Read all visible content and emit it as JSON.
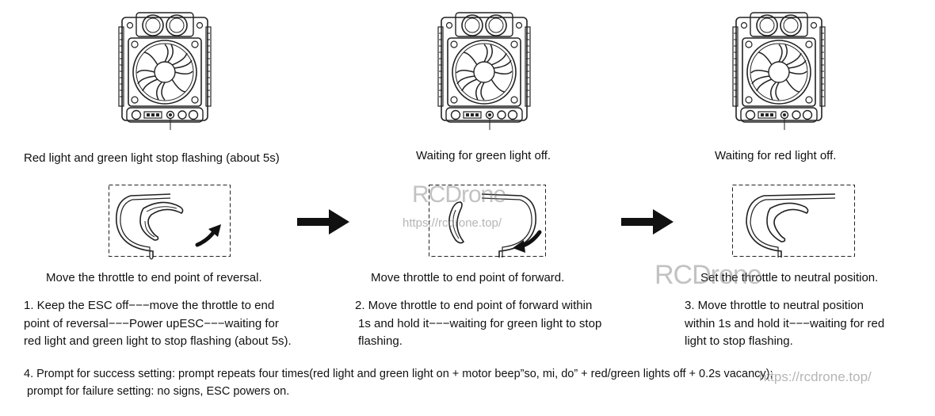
{
  "panels": [
    {
      "esc_caption": "Red light and green light stop flashing (about 5s)",
      "throttle_caption": "Move the throttle to end point of reversal.",
      "description": [
        "1. Keep the ESC off−−−move the throttle to end",
        "point of reversal−−−Power upESC−−−waiting for",
        "red light and green light to stop flashing (about 5s)."
      ]
    },
    {
      "esc_caption": "Waiting for green light off.",
      "throttle_caption": "Move throttle to end point of forward.",
      "description": [
        "2. Move throttle to end point of forward within",
        "1s and hold it−−−waiting for green light to stop",
        "flashing."
      ]
    },
    {
      "esc_caption": "Waiting for red light off.",
      "throttle_caption": "Set the throttle to neutral position.",
      "description": [
        "3. Move throttle to neutral position",
        "within 1s and hold it−−−waiting for red",
        "light to stop flashing."
      ]
    }
  ],
  "footer": {
    "line1": "4. Prompt for success setting: prompt repeats four times(red light and green light on + motor beep”so, mi, do” + red/green lights off + 0.2s vacancy);",
    "line2": "prompt for failure setting: no signs, ESC powers on."
  },
  "watermarks": {
    "brand": "RCDrone",
    "url": "https://rcdrone.top/"
  },
  "icons": [
    "esc-device-icon",
    "throttle-trigger-icon",
    "right-arrow-icon",
    "rotation-arrow-icon"
  ]
}
